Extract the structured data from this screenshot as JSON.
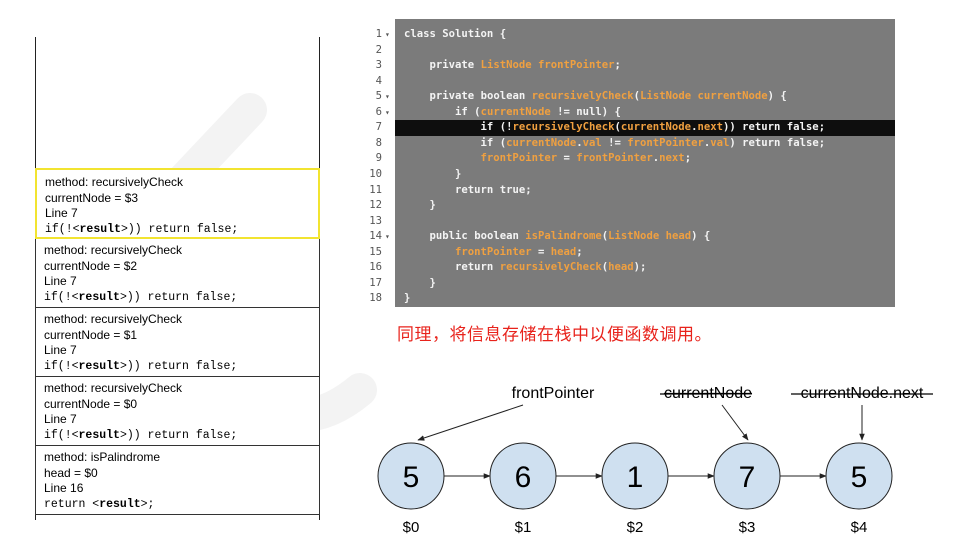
{
  "stack_frames": [
    {
      "method": "method: recursivelyCheck",
      "var": "currentNode  = $3",
      "line": "Line 7",
      "code_pre": "if(!<",
      "code_bold": "result",
      "code_post": ">)) return false;"
    },
    {
      "method": "method: recursivelyCheck",
      "var": "currentNode  = $2",
      "line": "Line 7",
      "code_pre": "if(!<",
      "code_bold": "result",
      "code_post": ">)) return false;"
    },
    {
      "method": "method: recursivelyCheck",
      "var": "currentNode  = $1",
      "line": "Line 7",
      "code_pre": "if(!<",
      "code_bold": "result",
      "code_post": ">)) return false;"
    },
    {
      "method": "method: recursivelyCheck",
      "var": "currentNode  = $0",
      "line": "Line 7",
      "code_pre": "if(!<",
      "code_bold": "result",
      "code_post": ">)) return false;"
    },
    {
      "method": "method: isPalindrome",
      "var": "head = $0",
      "line": "Line 16",
      "code_pre": "return <",
      "code_bold": "result",
      "code_post": ">;"
    }
  ],
  "code": {
    "highlight_line": 7,
    "lines": [
      {
        "n": "1",
        "fold": "▾",
        "text": "class Solution {"
      },
      {
        "n": "2",
        "fold": "",
        "text": ""
      },
      {
        "n": "3",
        "fold": "",
        "text": "    private ListNode frontPointer;"
      },
      {
        "n": "4",
        "fold": "",
        "text": ""
      },
      {
        "n": "5",
        "fold": "▾",
        "text": "    private boolean recursivelyCheck(ListNode currentNode) {"
      },
      {
        "n": "6",
        "fold": "▾",
        "text": "        if (currentNode != null) {"
      },
      {
        "n": "7",
        "fold": "",
        "text": "            if (!recursivelyCheck(currentNode.next)) return false;"
      },
      {
        "n": "8",
        "fold": "",
        "text": "            if (currentNode.val != frontPointer.val) return false;"
      },
      {
        "n": "9",
        "fold": "",
        "text": "            frontPointer = frontPointer.next;"
      },
      {
        "n": "10",
        "fold": "",
        "text": "        }"
      },
      {
        "n": "11",
        "fold": "",
        "text": "        return true;"
      },
      {
        "n": "12",
        "fold": "",
        "text": "    }"
      },
      {
        "n": "13",
        "fold": "",
        "text": ""
      },
      {
        "n": "14",
        "fold": "▾",
        "text": "    public boolean isPalindrome(ListNode head) {"
      },
      {
        "n": "15",
        "fold": "",
        "text": "        frontPointer = head;"
      },
      {
        "n": "16",
        "fold": "",
        "text": "        return recursivelyCheck(head);"
      },
      {
        "n": "17",
        "fold": "",
        "text": "    }"
      },
      {
        "n": "18",
        "fold": "",
        "text": "}"
      }
    ]
  },
  "note": "同理，将信息存储在栈中以便函数调用。",
  "list": {
    "nodes": [
      {
        "value": "5",
        "address": "$0"
      },
      {
        "value": "6",
        "address": "$1"
      },
      {
        "value": "1",
        "address": "$2"
      },
      {
        "value": "7",
        "address": "$3"
      },
      {
        "value": "5",
        "address": "$4"
      }
    ],
    "pointers": {
      "front": "frontPointer",
      "current": "currentNode",
      "current_next": "currentNode.next"
    },
    "node_fill": "#cfe0f0"
  }
}
